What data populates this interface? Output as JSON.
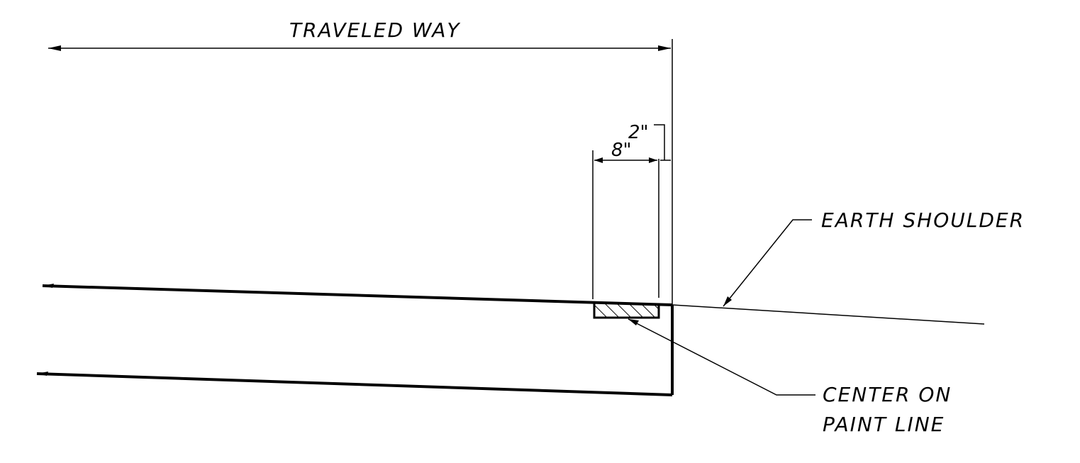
{
  "drawing": {
    "labels": {
      "traveled_way": "TRAVELED WAY",
      "earth_shoulder": "EARTH SHOULDER",
      "center_on_line1": "CENTER ON",
      "center_on_line2": "PAINT LINE",
      "dim_2": "2\"",
      "dim_8": "8\""
    },
    "colors": {
      "ink": "#000000",
      "background": "#ffffff"
    }
  }
}
